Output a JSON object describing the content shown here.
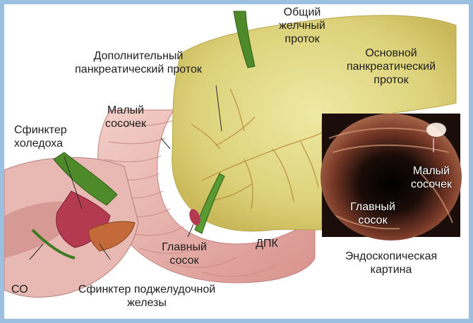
{
  "labels": {
    "common_bile_duct": "Общий\nжелчный\nпроток",
    "accessory_duct": "Дополнительный\nпанкреатический проток",
    "main_duct": "Основной\nпанкреатический\nпроток",
    "minor_papilla": "Малый\nсосочек",
    "choledochal_sphincter": "Сфинктер\nхоледоха",
    "major_papilla": "Главный\nсосок",
    "duodenum": "ДПК",
    "so": "СО",
    "pancreatic_sphincter": "Сфинктер поджелудочной\nжелезы",
    "endoscopic_view": "Эндоскопическая\nкартина",
    "endo_minor_papilla": "Малый\nсосочек",
    "endo_major_papilla": "Главный\nсосок"
  },
  "colors": {
    "frame": "#9bbfdf",
    "pancreas": "#e3de8c",
    "duodenum": "#e7b0ae",
    "bile_duct": "#4e8a2a",
    "sphincter": "#b43a52",
    "endoscope_bg": "#1a0d0a"
  }
}
